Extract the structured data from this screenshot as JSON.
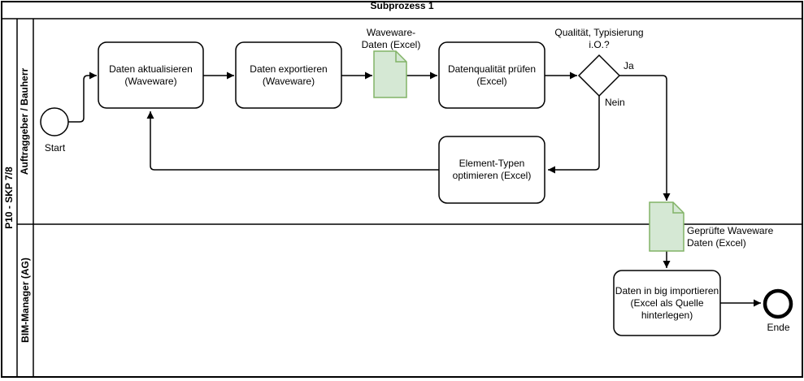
{
  "frame": {
    "title": "Subprozess 1"
  },
  "pool": {
    "label": "P10 - SKP 7/8"
  },
  "lanes": {
    "top": {
      "label": "Auftraggeber / Bauherr"
    },
    "bottom": {
      "label": "BIM-Manager (AG)"
    }
  },
  "nodes": {
    "start_event": {
      "label": "Start"
    },
    "task_update": {
      "label": "Daten aktualisieren\n(Waveware)"
    },
    "task_export": {
      "label": "Daten exportieren\n(Waveware)"
    },
    "doc_waveware": {
      "label": "Waveware-\nDaten (Excel)"
    },
    "task_check": {
      "label": "Datenqualität prüfen\n(Excel)"
    },
    "gateway_quality": {
      "label": "Qualität, Typisierung\ni.O.?"
    },
    "task_optimize": {
      "label": "Element-Typen\noptimieren (Excel)"
    },
    "doc_checked": {
      "label": "Geprüfte Waveware\nDaten (Excel)"
    },
    "task_import": {
      "label": "Daten in big importieren\n(Excel als Quelle\nhinterlegen)"
    },
    "end_event": {
      "label": "Ende"
    }
  },
  "edges": {
    "yes_label": "Ja",
    "no_label": "Nein"
  },
  "colors": {
    "document_fill": "#d5e8d4",
    "document_stroke": "#82b366",
    "line": "#000000",
    "background": "#ffffff"
  }
}
